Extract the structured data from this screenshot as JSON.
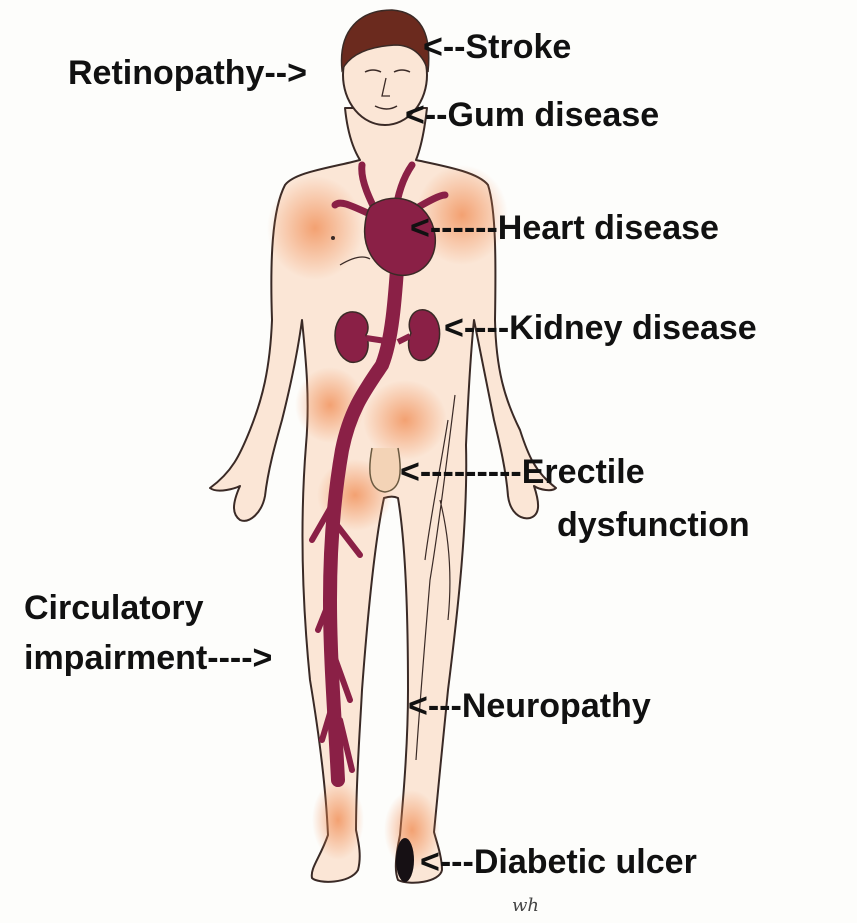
{
  "labels": {
    "stroke": "<--Stroke",
    "retinopathy": "Retinopathy-->",
    "gum_disease": "<--Gum disease",
    "heart_disease": "<------Heart disease",
    "kidney_disease": "<----Kidney disease",
    "erectile_line1": "<---------Erectile",
    "erectile_line2": "dysfunction",
    "circulatory_line1": "Circulatory",
    "circulatory_line2": "impairment---->",
    "neuropathy": "<---Neuropathy",
    "diabetic_ulcer": "<---Diabetic ulcer"
  },
  "signature": "wh",
  "colors": {
    "skin": "#fbe6d6",
    "skin_blush": "#f08a50",
    "outline": "#3a2a26",
    "organ": "#8a2046",
    "hair": "#6b2a1e",
    "ulcer": "#161014",
    "label_text": "#111111",
    "background": "#fdfdfb"
  }
}
